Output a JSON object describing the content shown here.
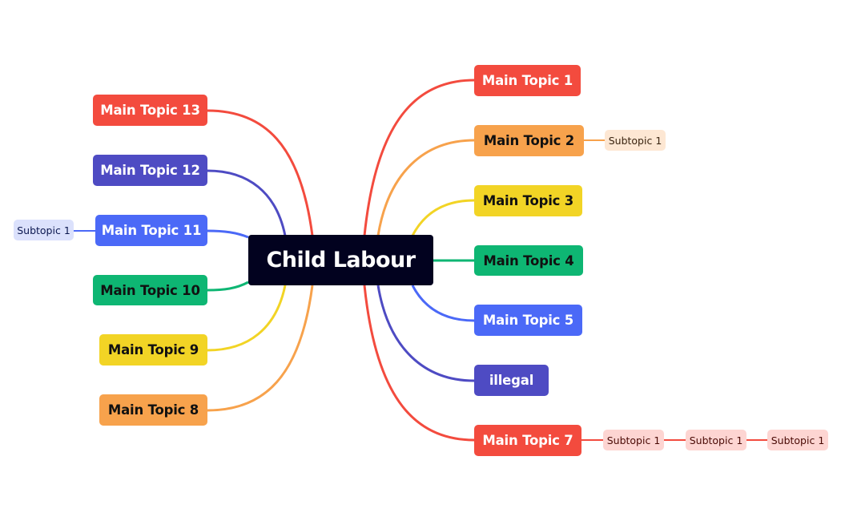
{
  "colors": {
    "central_bg": "#02021f",
    "red": "#f34b3e",
    "orange": "#f7a24c",
    "yellow": "#f2d425",
    "green": "#0eb673",
    "blue": "#4b69f7",
    "indigo": "#4e4bc3",
    "sub_orange_bg": "#fde7d3",
    "sub_blue_bg": "#dbe1fc",
    "sub_red_bg": "#fdd5d2"
  },
  "central": {
    "label": "Child Labour"
  },
  "topics": [
    {
      "id": "t1",
      "label": "Main Topic 1",
      "color": "red"
    },
    {
      "id": "t2",
      "label": "Main Topic 2",
      "color": "orange"
    },
    {
      "id": "t3",
      "label": "Main Topic 3",
      "color": "yellow"
    },
    {
      "id": "t4",
      "label": "Main Topic 4",
      "color": "green"
    },
    {
      "id": "t5",
      "label": "Main Topic 5",
      "color": "blue"
    },
    {
      "id": "t6",
      "label": "illegal",
      "color": "indigo"
    },
    {
      "id": "t7",
      "label": "Main Topic 7",
      "color": "red"
    },
    {
      "id": "t8",
      "label": "Main Topic 8",
      "color": "orange"
    },
    {
      "id": "t9",
      "label": "Main Topic 9",
      "color": "yellow"
    },
    {
      "id": "t10",
      "label": "Main Topic 10",
      "color": "green"
    },
    {
      "id": "t11",
      "label": "Main Topic 11",
      "color": "blue"
    },
    {
      "id": "t12",
      "label": "Main Topic 12",
      "color": "indigo"
    },
    {
      "id": "t13",
      "label": "Main Topic 13",
      "color": "red"
    }
  ],
  "subtopics": {
    "t2": [
      "Subtopic 1"
    ],
    "t7": [
      "Subtopic 1",
      "Subtopic 1",
      "Subtopic 1"
    ],
    "t11": [
      "Subtopic 1"
    ]
  }
}
